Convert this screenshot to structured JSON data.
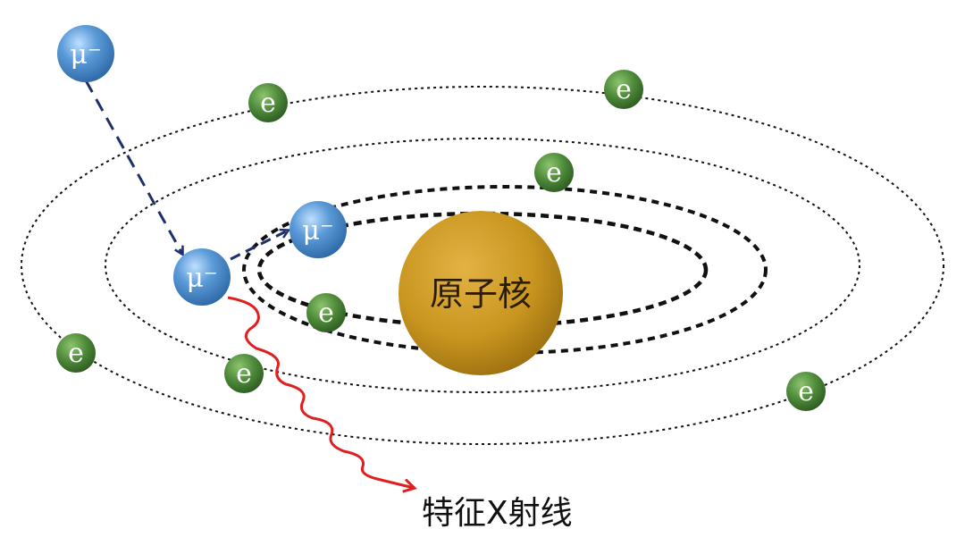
{
  "labels": {
    "muon": "μ⁻",
    "electron": "e",
    "nucleus": "原子核",
    "xray": "特征X射线"
  },
  "colors": {
    "muon_fill": "#4f8fcf",
    "electron_fill": "#4e8a3a",
    "nucleus_fill": "#c9961f",
    "muon_path": "#1f2f6b",
    "xray_path": "#e02020",
    "orbit_stroke": "#111111"
  },
  "icons": {
    "muon": "blue-sphere",
    "electron": "green-sphere",
    "nucleus": "gold-sphere"
  }
}
